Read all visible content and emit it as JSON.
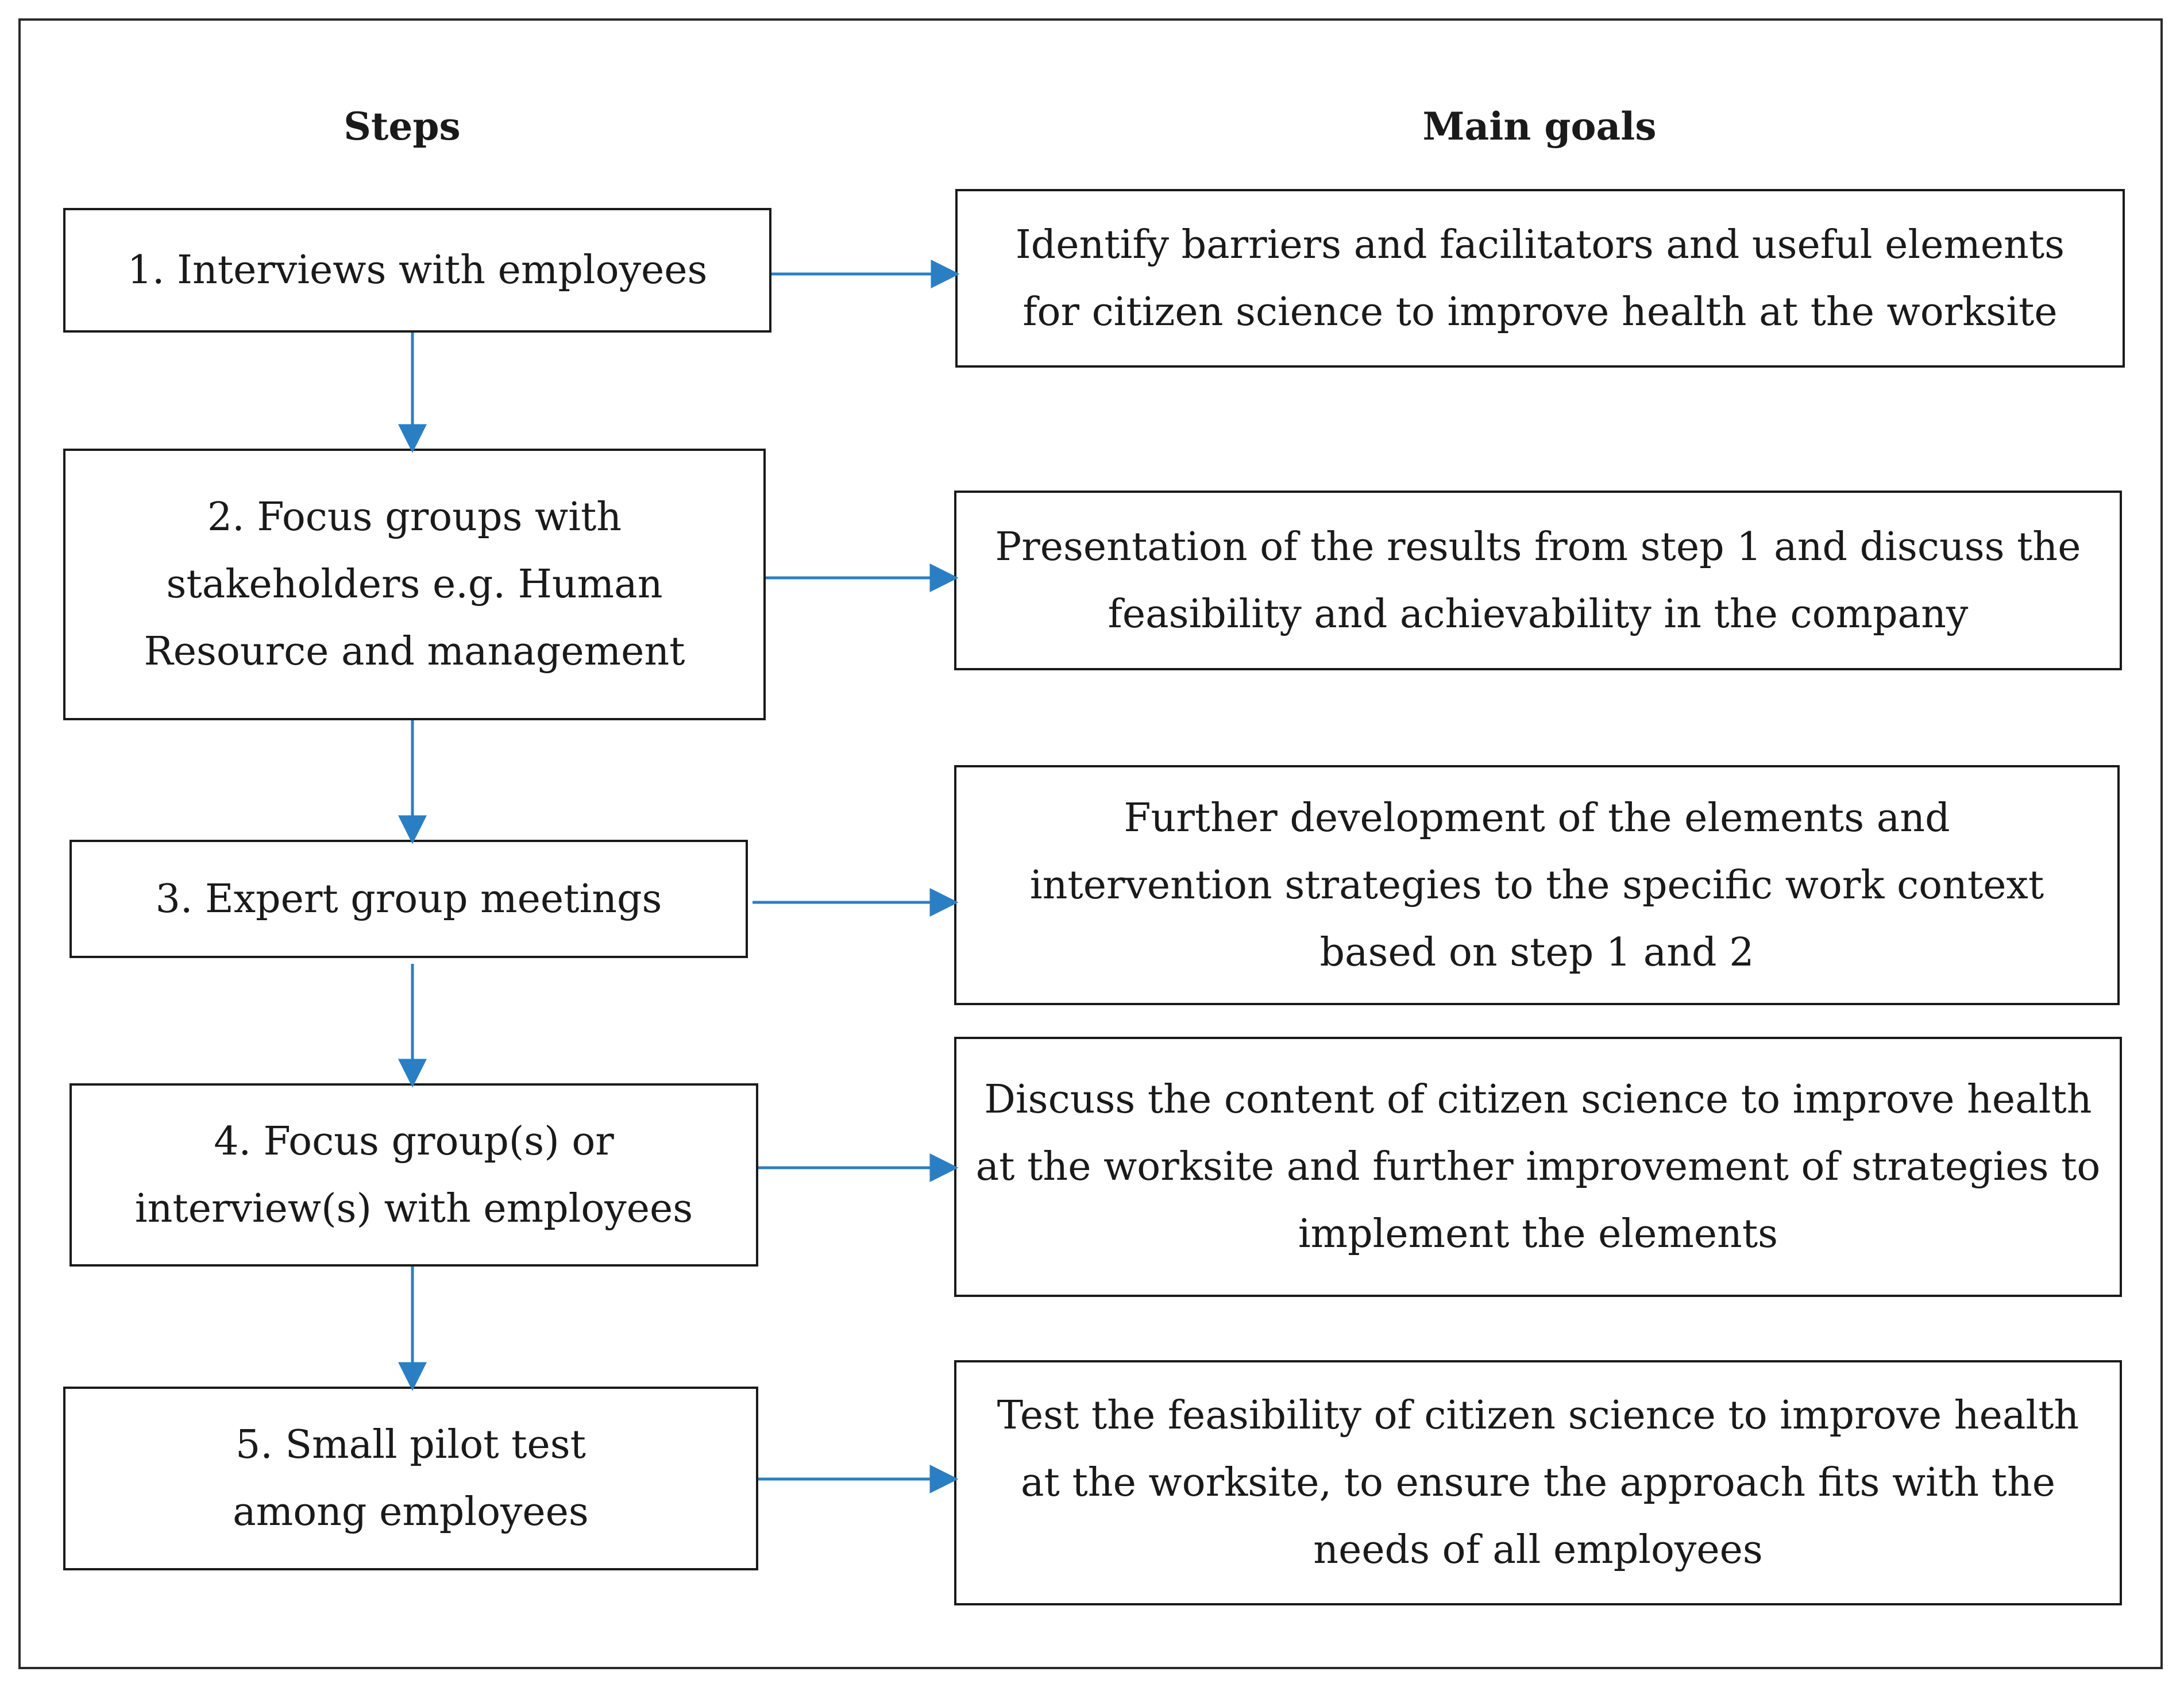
{
  "headers": {
    "steps": "Steps",
    "goals": "Main goals"
  },
  "steps": [
    {
      "label": "1. Interviews with employees"
    },
    {
      "label": "2. Focus groups with stakeholders e.g. Human Resource and management"
    },
    {
      "label": "3. Expert group meetings"
    },
    {
      "label": "4. Focus group(s) or interview(s) with employees"
    },
    {
      "label": "5. Small pilot test among employees"
    }
  ],
  "goals": [
    {
      "label": "Identify barriers and facilitators and useful elements for citizen science to improve health at the worksite"
    },
    {
      "label": "Presentation of the results from step 1 and discuss the feasibility and achievability in the company"
    },
    {
      "label": "Further development of the elements and intervention strategies to the specific work context based on step 1 and 2"
    },
    {
      "label": "Discuss the content of citizen science to improve health at the worksite and further improvement of strategies to implement the elements"
    },
    {
      "label": "Test the feasibility of citizen science to improve health at the worksite, to ensure the approach fits with the needs of all employees"
    }
  ],
  "colors": {
    "arrow": "#2a7fc4",
    "border": "#1a1a1a"
  }
}
